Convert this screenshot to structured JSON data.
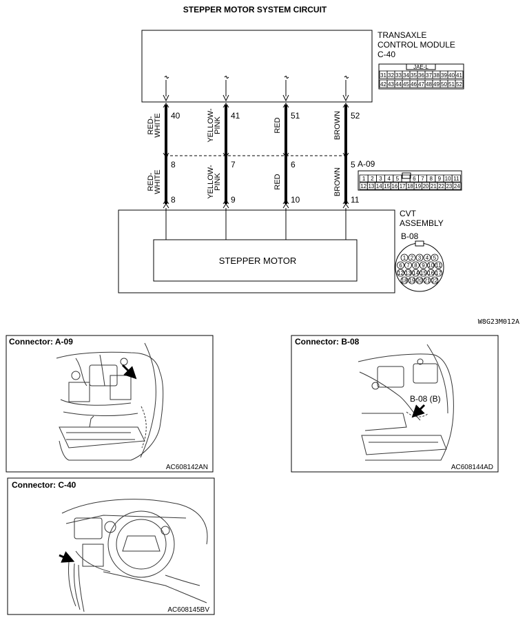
{
  "title": "STEPPER MOTOR SYSTEM CIRCUIT",
  "module": {
    "label_lines": [
      "TRANSAXLE",
      "CONTROL MODULE"
    ],
    "connector": "C-40",
    "connector_code": "JAE-L",
    "pins_row1": [
      "31",
      "32",
      "33",
      "34",
      "35",
      "36",
      "37",
      "38",
      "39",
      "40",
      "41"
    ],
    "pins_row2": [
      "42",
      "43",
      "44",
      "45",
      "46",
      "47",
      "48",
      "49",
      "50",
      "51",
      "52"
    ]
  },
  "wires": [
    {
      "top_pin": "40",
      "top_color": [
        "RED-",
        "WHITE"
      ],
      "mid_pin": "8",
      "bottom_pin": "8",
      "bottom_color": [
        "RED-",
        "WHITE"
      ]
    },
    {
      "top_pin": "41",
      "top_color": [
        "YELLOW-",
        "PINK"
      ],
      "mid_pin": "7",
      "bottom_pin": "9",
      "bottom_color": [
        "YELLOW-",
        "PINK"
      ]
    },
    {
      "top_pin": "51",
      "top_color": [
        "RED"
      ],
      "mid_pin": "6",
      "bottom_pin": "10",
      "bottom_color": [
        "RED"
      ]
    },
    {
      "top_pin": "52",
      "top_color": [
        "BROWN"
      ],
      "mid_pin": "5",
      "bottom_pin": "11",
      "bottom_color": [
        "BROWN"
      ]
    }
  ],
  "junction": {
    "connector": "A-09",
    "pins_row1": [
      "1",
      "2",
      "3",
      "4",
      "5",
      "",
      "6",
      "7",
      "8",
      "9",
      "10",
      "11"
    ],
    "pins_row2": [
      "12",
      "13",
      "14",
      "15",
      "16",
      "17",
      "18",
      "19",
      "20",
      "21",
      "22",
      "23",
      "24"
    ]
  },
  "assembly": {
    "label_lines": [
      "CVT",
      "ASSEMBLY"
    ],
    "connector": "B-08",
    "pins": [
      "1",
      "2",
      "3",
      "4",
      "5",
      "6",
      "7",
      "8",
      "9",
      "10",
      "11",
      "12",
      "13",
      "14",
      "15",
      "16",
      "17",
      "18",
      "19",
      "20",
      "21",
      "22"
    ]
  },
  "motor_label": "STEPPER MOTOR",
  "figure_code": "W8G23M012A",
  "panels": [
    {
      "title": "Connector: A-09",
      "code": "AC608142AN"
    },
    {
      "title": "Connector: B-08",
      "code": "AC608144AD",
      "callout": "B-08 (B)"
    },
    {
      "title": "Connector: C-40",
      "code": "AC608145BV"
    }
  ]
}
